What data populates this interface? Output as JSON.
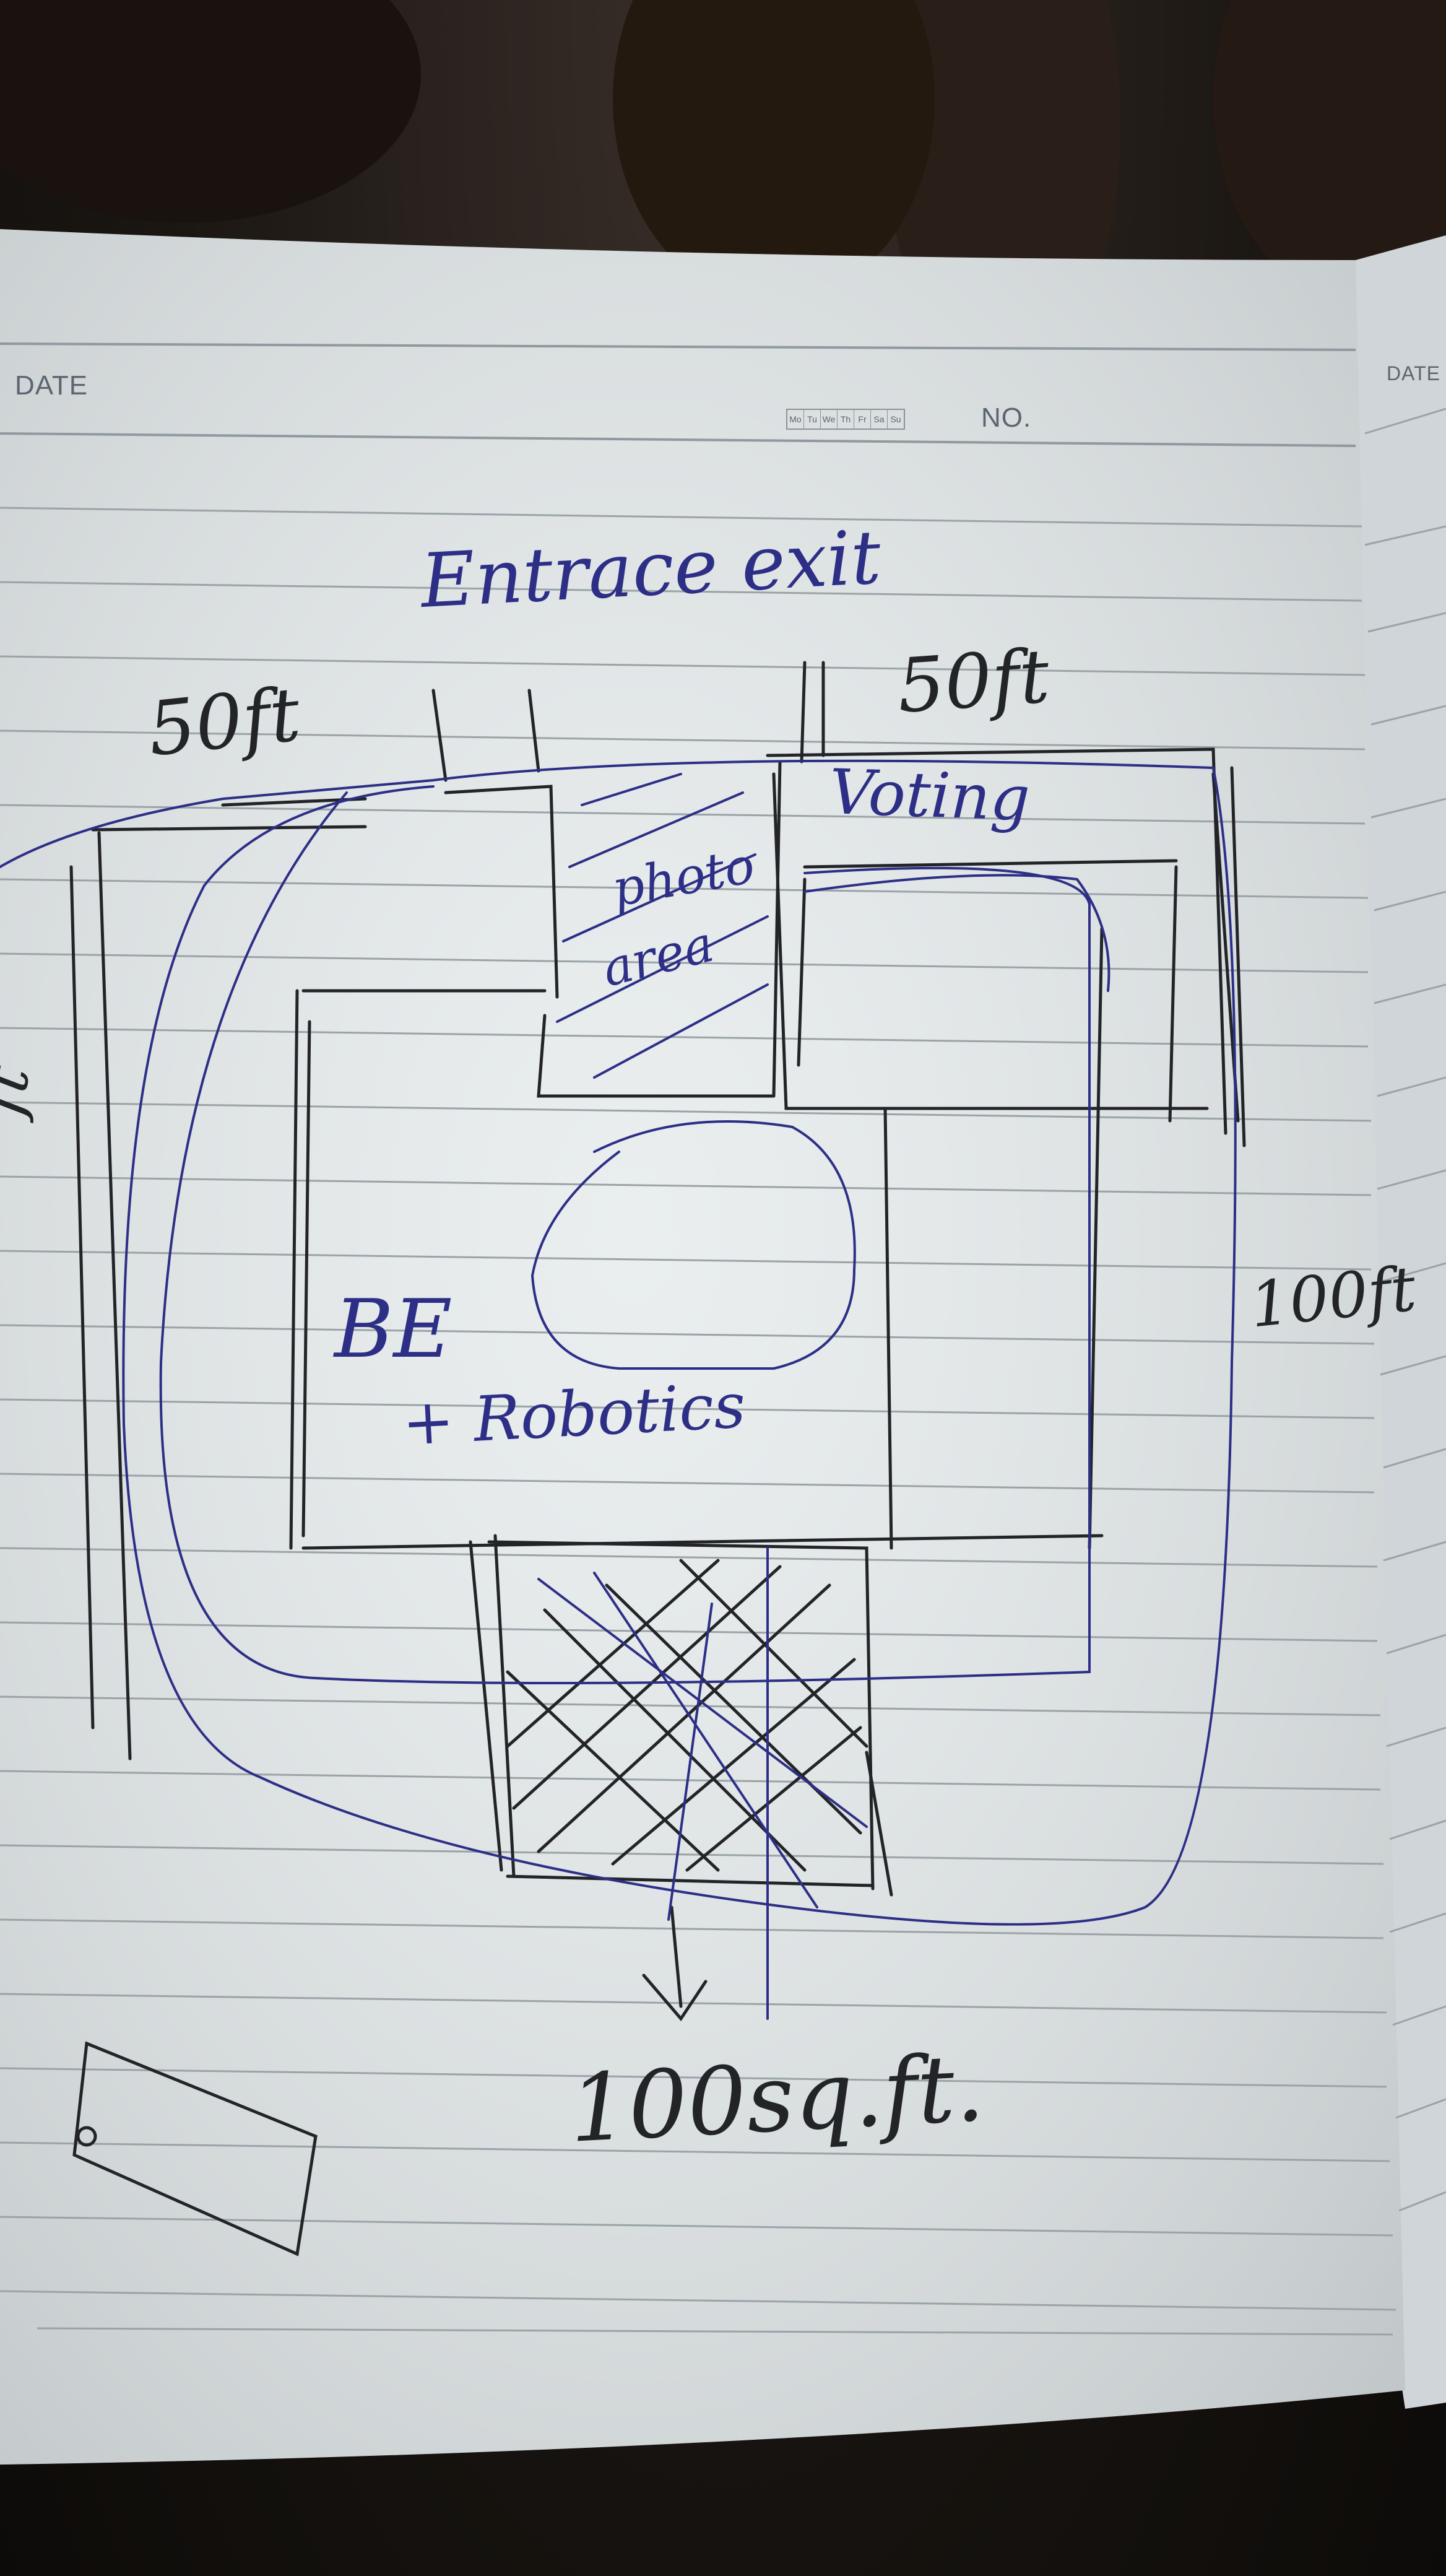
{
  "notebook": {
    "date_label": "DATE",
    "date_label_right_page": "DATE",
    "no_label": "NO.",
    "weekdays": [
      "Mo",
      "Tu",
      "We",
      "Th",
      "Fr",
      "Sa",
      "Su"
    ]
  },
  "sketch": {
    "top_label": "Entrace exit",
    "left_top_dim": "50ft",
    "right_top_dim": "50ft",
    "left_side_dim": "ft",
    "right_side_dim": "100ft",
    "photo_area": [
      "photo",
      "area"
    ],
    "voting_area": "Voting",
    "center_zone": "BE",
    "center_zone_sub": "+ Robotics",
    "total_area": "100sq.ft."
  },
  "colors": {
    "paper": "#e6ebec",
    "ruled_line": "#8f999f",
    "blue_ink": "#2d2f86",
    "pencil": "#222428",
    "hand_skin": "#2a1e19"
  }
}
